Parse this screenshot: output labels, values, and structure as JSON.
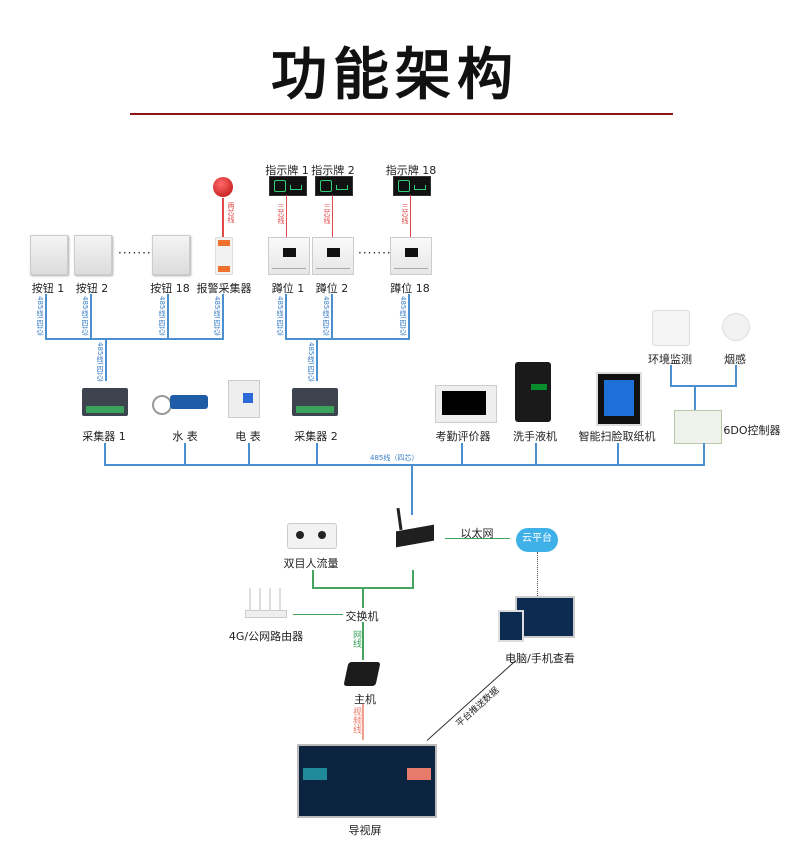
{
  "title": "功能架构",
  "devices": {
    "buttons": [
      "按钮 1",
      "按钮 2",
      "按钮 18"
    ],
    "alarm_collector": "报警采集器",
    "signs": [
      "指示牌 1",
      "指示牌 2",
      "指示牌 18"
    ],
    "stalls": [
      "蹲位 1",
      "蹲位 2",
      "蹲位 18"
    ],
    "collector1": "采集器 1",
    "water_meter": "水 表",
    "electric_meter": "电 表",
    "collector2": "采集器 2",
    "attendance": "考勤评价器",
    "soap": "洗手液机",
    "paper": "智能扫脸取纸机",
    "env": "环境监测",
    "smoke": "烟感",
    "do_controller": "6DO控制器",
    "people_counter": "双目人流量",
    "switch": "交换机",
    "router": "4G/公网路由器",
    "cloud": "云平台",
    "pc_mobile": "电脑/手机查看",
    "host": "主机",
    "guide_screen": "导视屏"
  },
  "wires": {
    "rs485_4core": "485线(四芯)",
    "rs485_bus": "485线（四芯）",
    "two_core": "两芯线",
    "three_core": "三芯线",
    "ethernet": "以太网",
    "network_cable": "网线",
    "video_cable": "视频线",
    "platform_push": "平台推送数据"
  },
  "ellipsis": "·······"
}
